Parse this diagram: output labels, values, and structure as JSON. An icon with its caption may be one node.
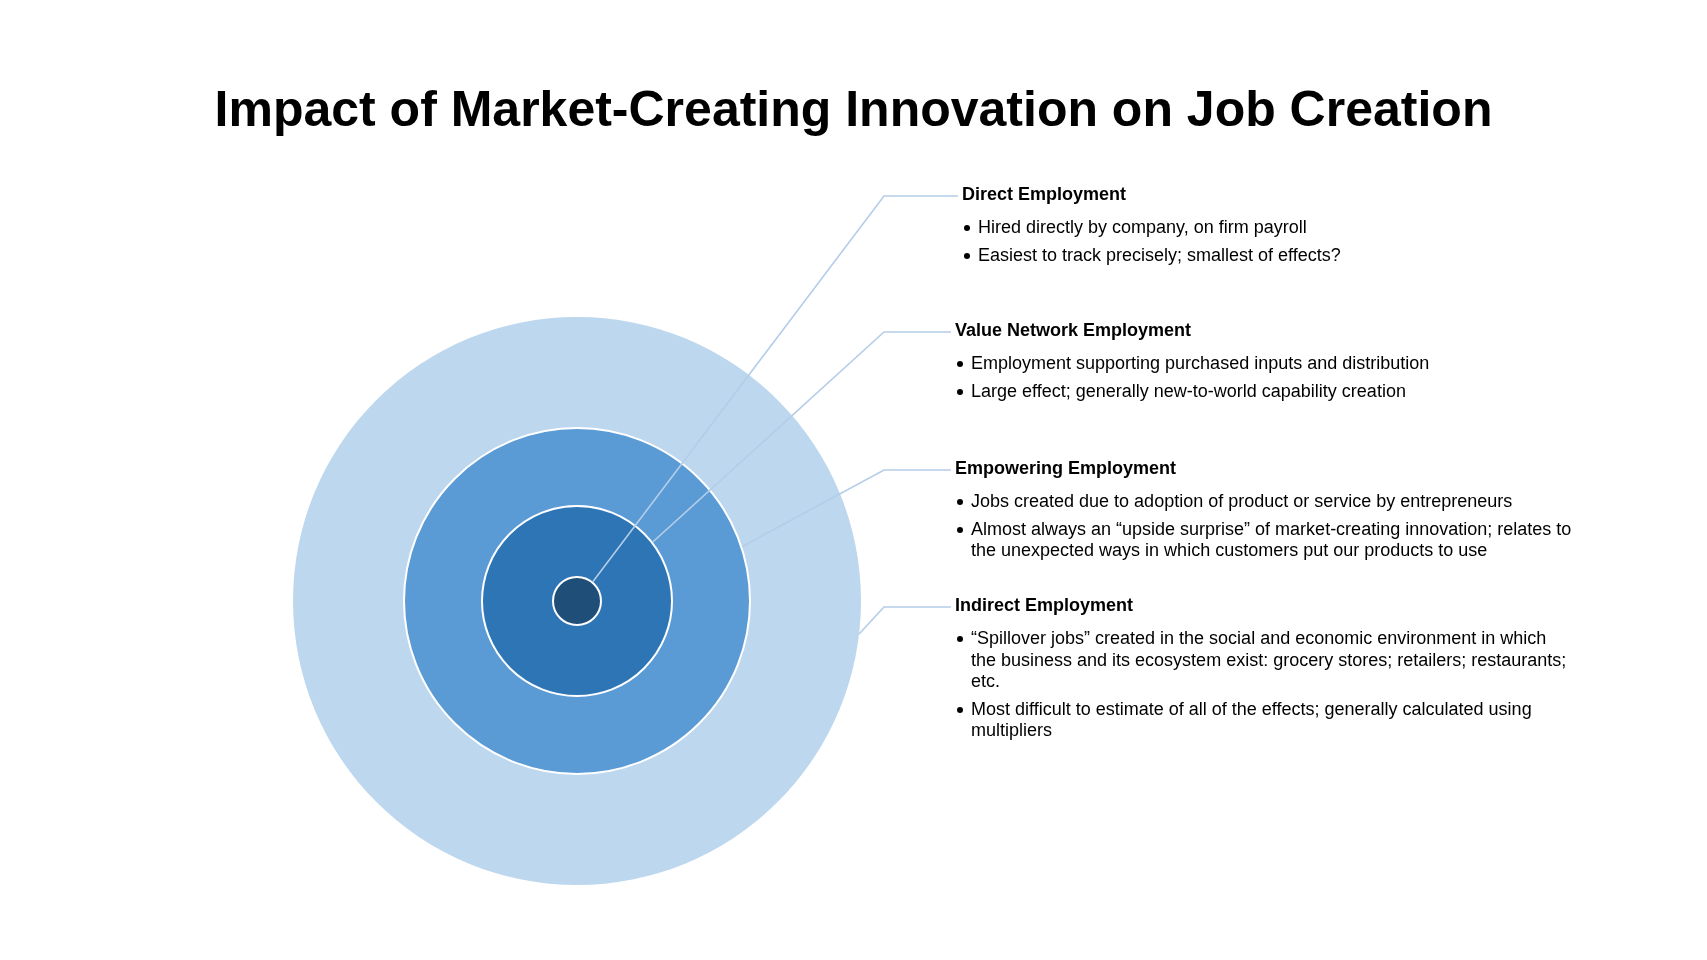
{
  "diagram": {
    "title": "Impact of Market-Creating Innovation on Job Creation",
    "nodes": [
      {
        "text": [],
        "shape": "circle"
      },
      {
        "text": [],
        "shape": "circle",
        "in": 0
      },
      {
        "text": [],
        "shape": "circle",
        "in": 1
      },
      {
        "text": [],
        "shape": "circle",
        "in": 2
      },
      {
        "text": [
          "Direct Employment",
          "Hired directly by company, on firm payroll",
          "Easiest to track precisely; smallest of effects?"
        ]
      },
      {
        "text": [
          "Value Network Employment",
          "Employment supporting purchased inputs and distribution",
          "Large effect; generally new-to-world capability creation"
        ]
      },
      {
        "text": [
          "Empowering Employment",
          "Jobs created due to adoption of product or service by entrepreneurs",
          "Almost always an “upside surprise” of market-creating innovation; relates to the unexpected ways in which customers put our products to use"
        ]
      },
      {
        "text": [
          "Indirect Employment",
          "“Spillover jobs” created in the social and economic environment in which the business and its ecosystem exist: grocery stores; retailers; restaurants; etc.",
          "Most difficult to estimate of all of the effects; generally calculated using multipliers"
        ]
      }
    ],
    "edges": [
      {
        "from": 4,
        "to": 3,
        "arrow": "none"
      },
      {
        "from": 5,
        "to": 2,
        "arrow": "none"
      },
      {
        "from": 6,
        "to": 1,
        "arrow": "none"
      },
      {
        "from": 7,
        "to": 0,
        "arrow": "none"
      }
    ]
  }
}
